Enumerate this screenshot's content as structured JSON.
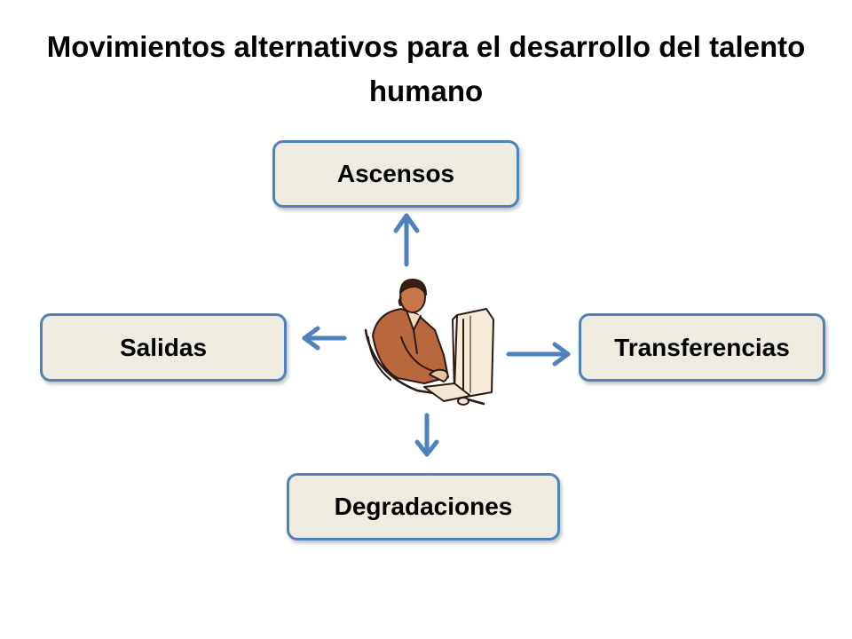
{
  "title": "Movimientos alternativos para el desarrollo del talento humano",
  "diagram": {
    "nodes": {
      "ascensos": "Ascensos",
      "salidas": "Salidas",
      "transferencias": "Transferencias",
      "degradaciones": "Degradaciones"
    },
    "center_icon": "person-at-computer-icon",
    "colors": {
      "border": "#4f81bd",
      "box_fill": "#eeece1",
      "arrow": "#4f81bd"
    }
  }
}
